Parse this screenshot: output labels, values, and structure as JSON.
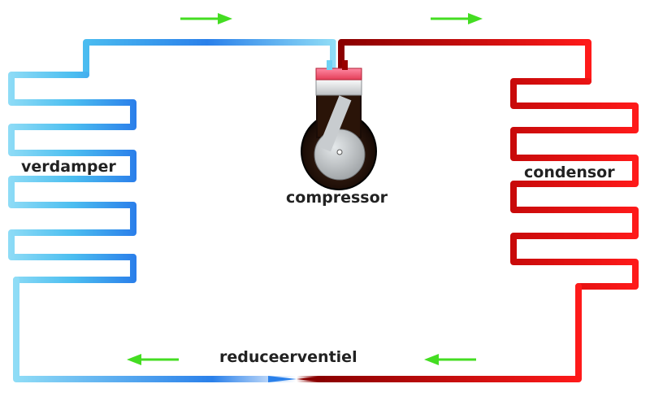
{
  "labels": {
    "evaporator": "verdamper",
    "compressor": "compressor",
    "condenser": "condensor",
    "valve": "reduceerventiel"
  },
  "colors": {
    "cold_light": "#8fdcf6",
    "cold_mid": "#4cbef0",
    "cold_deep": "#2a80ea",
    "hot_dark": "#8a0000",
    "hot_mid": "#d01010",
    "hot_bright": "#ff1a1a",
    "arrow": "#44dd22",
    "compressor_body": "#1a0c06",
    "piston": "#c8cccf",
    "label_text": "#222222"
  },
  "flow_arrows": [
    {
      "position": "top-left",
      "direction": "right"
    },
    {
      "position": "top-right",
      "direction": "right"
    },
    {
      "position": "bottom-left",
      "direction": "left"
    },
    {
      "position": "bottom-right",
      "direction": "left"
    }
  ],
  "icons": [
    "compressor-icon",
    "arrow-right-icon",
    "arrow-left-icon"
  ]
}
